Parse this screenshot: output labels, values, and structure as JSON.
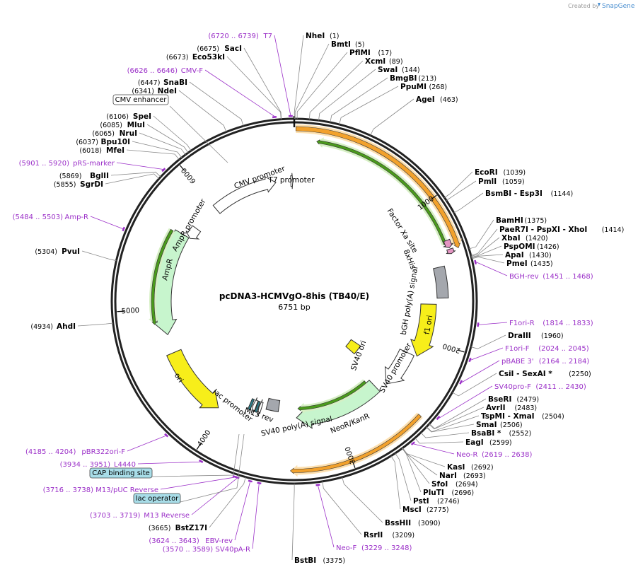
{
  "credit": {
    "prefix": "Created by",
    "brand": "SnapGene"
  },
  "plasmid": {
    "name": "pcDNA3-HCMVgO-8his (TB40/E)",
    "size": "6751 bp",
    "length": 6751
  },
  "colors": {
    "orange": "#f2a12c",
    "orangeGlow": "#fde0b0",
    "green": "#4a9a1c",
    "greenGlow": "#d6f0c4",
    "yellow": "#f7ee1a",
    "mint": "#c7f5cd",
    "gray": "#a4a7ad",
    "teal": "#2c7d8a",
    "pink": "#e495c2",
    "primer": "#9b30c8",
    "boxFill": "#a8dde8"
  },
  "ticks": [
    {
      "bp": 1000,
      "label": "1000"
    },
    {
      "bp": 2000,
      "label": "2000"
    },
    {
      "bp": 3000,
      "label": "3000"
    },
    {
      "bp": 4000,
      "label": "4000"
    },
    {
      "bp": 5000,
      "label": "5000"
    },
    {
      "bp": 6000,
      "label": "6000"
    }
  ],
  "enzymes": [
    {
      "name": "NheI",
      "pos": "(1)",
      "bp": 1
    },
    {
      "name": "BmtI",
      "pos": "(5)",
      "bp": 5
    },
    {
      "name": "PflMI",
      "pos": "(17)",
      "bp": 17
    },
    {
      "name": "XcmI",
      "pos": "(89)",
      "bp": 89
    },
    {
      "name": "SwaI",
      "pos": "(144)",
      "bp": 144
    },
    {
      "name": "BmgBI",
      "pos": "(213)",
      "bp": 213
    },
    {
      "name": "PpuMI",
      "pos": "(268)",
      "bp": 268
    },
    {
      "name": "AgeI",
      "pos": "(463)",
      "bp": 463
    },
    {
      "name": "EcoRI",
      "pos": "(1039)",
      "bp": 1039
    },
    {
      "name": "PmlI",
      "pos": "(1059)",
      "bp": 1059
    },
    {
      "name": "BsmBI - Esp3I",
      "pos": "(1144)",
      "bp": 1144
    },
    {
      "name": "BamHI",
      "pos": "(1375)",
      "bp": 1375
    },
    {
      "name": "PaeR7I - PspXI - XhoI",
      "pos": "(1414)",
      "bp": 1414
    },
    {
      "name": "XbaI",
      "pos": "(1420)",
      "bp": 1420
    },
    {
      "name": "PspOMI",
      "pos": "(1426)",
      "bp": 1426
    },
    {
      "name": "ApaI",
      "pos": "(1430)",
      "bp": 1430
    },
    {
      "name": "PmeI",
      "pos": "(1435)",
      "bp": 1435
    },
    {
      "name": "DraIII",
      "pos": "(1960)",
      "bp": 1960
    },
    {
      "name": "CsiI - SexAI *",
      "pos": "(2250)",
      "bp": 2250
    },
    {
      "name": "BseRI",
      "pos": "(2479)",
      "bp": 2479
    },
    {
      "name": "AvrII",
      "pos": "(2483)",
      "bp": 2483
    },
    {
      "name": "TspMI - XmaI",
      "pos": "(2504)",
      "bp": 2504
    },
    {
      "name": "SmaI",
      "pos": "(2506)",
      "bp": 2506
    },
    {
      "name": "BsaBI *",
      "pos": "(2552)",
      "bp": 2552
    },
    {
      "name": "EagI",
      "pos": "(2599)",
      "bp": 2599
    },
    {
      "name": "KasI",
      "pos": "(2692)",
      "bp": 2692
    },
    {
      "name": "NarI",
      "pos": "(2693)",
      "bp": 2693
    },
    {
      "name": "SfoI",
      "pos": "(2694)",
      "bp": 2694
    },
    {
      "name": "PluTI",
      "pos": "(2696)",
      "bp": 2696
    },
    {
      "name": "PstI",
      "pos": "(2746)",
      "bp": 2746
    },
    {
      "name": "MscI",
      "pos": "(2775)",
      "bp": 2775
    },
    {
      "name": "BssHII",
      "pos": "(3090)",
      "bp": 3090
    },
    {
      "name": "RsrII",
      "pos": "(3209)",
      "bp": 3209
    },
    {
      "name": "BstBI",
      "pos": "(3375)",
      "bp": 3375
    },
    {
      "name": "BstZ17I",
      "pos": "(3665)",
      "bp": 3665
    },
    {
      "name": "AhdI",
      "pos": "(4934)",
      "bp": 4934
    },
    {
      "name": "PvuI",
      "pos": "(5304)",
      "bp": 5304
    },
    {
      "name": "SgrDI",
      "pos": "(5855)",
      "bp": 5855
    },
    {
      "name": "BglII",
      "pos": "(5869)",
      "bp": 5869
    },
    {
      "name": "MfeI",
      "pos": "(6018)",
      "bp": 6018
    },
    {
      "name": "Bpu10I",
      "pos": "(6037)",
      "bp": 6037
    },
    {
      "name": "NruI",
      "pos": "(6065)",
      "bp": 6065
    },
    {
      "name": "MluI",
      "pos": "(6085)",
      "bp": 6085
    },
    {
      "name": "SpeI",
      "pos": "(6106)",
      "bp": 6106
    },
    {
      "name": "NdeI",
      "pos": "(6341)",
      "bp": 6341
    },
    {
      "name": "SnaBI",
      "pos": "(6447)",
      "bp": 6447
    },
    {
      "name": "Eco53kI",
      "pos": "(6673)",
      "bp": 6673
    },
    {
      "name": "SacI",
      "pos": "(6675)",
      "bp": 6675
    }
  ],
  "primers": [
    {
      "name": "T7",
      "range": "(6720 .. 6739)",
      "bp": 6730,
      "side": "left"
    },
    {
      "name": "CMV-F",
      "range": "(6626 .. 6646)",
      "bp": 6636,
      "side": "left"
    },
    {
      "name": "pRS-marker",
      "range": "(5901 .. 5920)",
      "bp": 5910,
      "side": "left"
    },
    {
      "name": "Amp-R",
      "range": "(5484 .. 5503)",
      "bp": 5493,
      "side": "left"
    },
    {
      "name": "BGH-rev",
      "range": "(1451 .. 1468)",
      "bp": 1460,
      "side": "right"
    },
    {
      "name": "F1ori-R",
      "range": "(1814 .. 1833)",
      "bp": 1824,
      "side": "right"
    },
    {
      "name": "F1ori-F",
      "range": "(2024 .. 2045)",
      "bp": 2034,
      "side": "right"
    },
    {
      "name": "pBABE 3'",
      "range": "(2164 .. 2184)",
      "bp": 2174,
      "side": "right"
    },
    {
      "name": "SV40pro-F",
      "range": "(2411 .. 2430)",
      "bp": 2420,
      "side": "right"
    },
    {
      "name": "Neo-R",
      "range": "(2619 .. 2638)",
      "bp": 2628,
      "side": "right"
    },
    {
      "name": "Neo-F",
      "range": "(3229 .. 3248)",
      "bp": 3238,
      "side": "right"
    },
    {
      "name": "SV40pA-R",
      "range": "(3570 .. 3589)",
      "bp": 3580,
      "side": "left"
    },
    {
      "name": "EBV-rev",
      "range": "(3624 .. 3643)",
      "bp": 3633,
      "side": "left"
    },
    {
      "name": "M13 Reverse",
      "range": "(3703 .. 3719)",
      "bp": 3711,
      "side": "left"
    },
    {
      "name": "M13/pUC Reverse",
      "range": "(3716 .. 3738)",
      "bp": 3727,
      "side": "left"
    },
    {
      "name": "L4440",
      "range": "(3934 .. 3951)",
      "bp": 3942,
      "side": "left"
    },
    {
      "name": "pBR322ori-F",
      "range": "(4185 .. 4204)",
      "bp": 4194,
      "side": "left"
    }
  ],
  "boxed": [
    {
      "name": "CMV enhancer",
      "style": "white"
    },
    {
      "name": "CAP binding site",
      "style": "teal"
    },
    {
      "name": "lac operator",
      "style": "teal"
    }
  ],
  "features": [
    {
      "name": "CMV promoter",
      "start": 5996,
      "end": 6586,
      "radius": 170,
      "width": 15,
      "fill": "#ffffff",
      "dir": 1,
      "label": "CMV promoter"
    },
    {
      "name": "T7 promoter",
      "start": 6720,
      "end": 6738,
      "radius": 170,
      "width": 15,
      "fill": "#ffffff",
      "dir": 1,
      "label": "T7 promoter"
    },
    {
      "name": "HCMVgO",
      "start": 10,
      "end": 1350,
      "radius": 244,
      "width": 6,
      "fill": "#f2a12c",
      "dir": 1,
      "label": ""
    },
    {
      "name": "gO-green",
      "start": 150,
      "end": 1300,
      "radius": 228,
      "width": 4,
      "fill": "#4a9a1c",
      "dir": -1,
      "label": ""
    },
    {
      "name": "Factor Xa site",
      "start": 1280,
      "end": 1330,
      "radius": 232,
      "width": 9,
      "fill": "#e495c2",
      "dir": 1,
      "label": "Factor Xa site"
    },
    {
      "name": "8xHis",
      "start": 1340,
      "end": 1372,
      "radius": 232,
      "width": 9,
      "fill": "#e495c2",
      "dir": 1,
      "label": "8xHis"
    },
    {
      "name": "bGH poly(A) signal",
      "start": 1440,
      "end": 1665,
      "radius": 210,
      "width": 16,
      "fill": "#a4a7ad",
      "dir": 0,
      "label": "bGH poly(A) signal"
    },
    {
      "name": "f1 ori",
      "start": 1711,
      "end": 2140,
      "radius": 190,
      "width": 22,
      "fill": "#f7ee1a",
      "dir": 1,
      "label": "f1 ori"
    },
    {
      "name": "SV40 promoter",
      "start": 2146,
      "end": 2475,
      "radius": 175,
      "width": 22,
      "fill": "#ffffff",
      "dir": 1,
      "label": "SV40 promoter"
    },
    {
      "name": "SV40 ori",
      "start": 2326,
      "end": 2462,
      "radius": 105,
      "width": 16,
      "fill": "#f7ee1a",
      "dir": 0,
      "label": "SV40 ori"
    },
    {
      "name": "NeoR/KanR",
      "start": 2560,
      "end": 3355,
      "radius": 165,
      "width": 22,
      "fill": "#c7f5cd",
      "dir": 1,
      "label": "NeoR/KanR"
    },
    {
      "name": "neo-orange",
      "start": 2480,
      "end": 3400,
      "radius": 240,
      "width": 5,
      "fill": "#f2a12c",
      "dir": 1,
      "label": ""
    },
    {
      "name": "neo-green",
      "start": 2600,
      "end": 3340,
      "radius": 152,
      "width": 4,
      "fill": "#4a9a1c",
      "dir": 1,
      "label": ""
    },
    {
      "name": "SV40 poly(A) signal",
      "start": 3530,
      "end": 3650,
      "radius": 150,
      "width": 16,
      "fill": "#a4a7ad",
      "dir": 0,
      "label": "SV40 poly(A) signal"
    },
    {
      "name": "M13 rev",
      "start": 3695,
      "end": 3720,
      "radius": 158,
      "width": 16,
      "fill": "#ffffff",
      "dir": 1,
      "label": "M13 rev"
    },
    {
      "name": "lac operator",
      "start": 3725,
      "end": 3745,
      "radius": 158,
      "width": 16,
      "fill": "#2c7d8a",
      "dir": 0,
      "label": ""
    },
    {
      "name": "lac promoter",
      "start": 3750,
      "end": 3780,
      "radius": 158,
      "width": 16,
      "fill": "#ffffff",
      "dir": 1,
      "label": "lac promoter"
    },
    {
      "name": "CAP binding site",
      "start": 3790,
      "end": 3812,
      "radius": 158,
      "width": 16,
      "fill": "#2c7d8a",
      "dir": 0,
      "label": ""
    },
    {
      "name": "ori",
      "start": 4040,
      "end": 4630,
      "radius": 185,
      "width": 22,
      "fill": "#f7ee1a",
      "dir": -1,
      "label": "ori"
    },
    {
      "name": "AmpR",
      "start": 4785,
      "end": 5645,
      "radius": 185,
      "width": 22,
      "fill": "#c7f5cd",
      "dir": -1,
      "label": "AmpR"
    },
    {
      "name": "amp-green",
      "start": 4885,
      "end": 5630,
      "radius": 200,
      "width": 4,
      "fill": "#4a9a1c",
      "dir": -1,
      "label": ""
    },
    {
      "name": "AmpR promoter",
      "start": 5646,
      "end": 5750,
      "radius": 172,
      "width": 14,
      "fill": "#ffffff",
      "dir": -1,
      "label": "AmpR promoter"
    }
  ]
}
